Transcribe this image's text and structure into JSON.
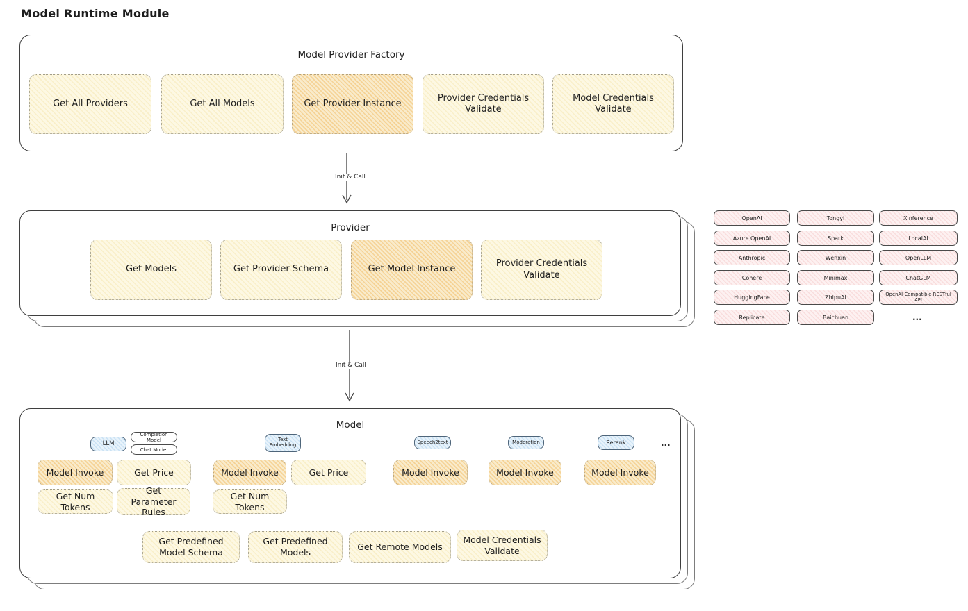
{
  "page_title": "Model Runtime Module",
  "factory": {
    "title": "Model Provider Factory",
    "items": [
      "Get All Providers",
      "Get All Models",
      "Get Provider Instance",
      "Provider Credentials Validate",
      "Model Credentials Validate"
    ]
  },
  "arrows": {
    "label1": "Init & Call",
    "label2": "Init & Call"
  },
  "provider": {
    "title": "Provider",
    "items": [
      "Get Models",
      "Get Provider Schema",
      "Get Model Instance",
      "Provider Credentials Validate"
    ]
  },
  "provider_vendors": {
    "cells": [
      "OpenAI",
      "Tongyi",
      "Xinference",
      "Azure OpenAI",
      "Spark",
      "LocalAI",
      "Anthropic",
      "Wenxin",
      "OpenLLM",
      "Cohere",
      "Minimax",
      "ChatGLM",
      "HuggingFace",
      "ZhipuAI",
      "OpenAI-Compatible RESTful API",
      "Replicate",
      "Baichuan"
    ],
    "ellipsis": "..."
  },
  "model": {
    "title": "Model",
    "type_tags": {
      "llm": "LLM",
      "completion_model": "Completion Model",
      "chat_model": "Chat Model",
      "text_embedding": "Text Embedding",
      "speech2text": "Speech2text",
      "moderation": "Moderation",
      "rerank": "Rerank",
      "ellipsis": "..."
    },
    "ops": {
      "model_invoke": "Model Invoke",
      "get_price": "Get Price",
      "get_num_tokens": "Get Num Tokens",
      "get_parameter_rules": "Get Parameter Rules",
      "get_predefined_model_schema": "Get Predefined Model Schema",
      "get_predefined_models": "Get Predefined Models",
      "get_remote_models": "Get Remote Models",
      "model_credentials_validate": "Model Credentials Validate"
    }
  },
  "colors": {
    "yellow_fill": "#fdf8e3",
    "orange_fill": "#f9ebcb",
    "pink_fill": "#fdf1f1",
    "blue_fill": "#e8f3fb",
    "outline": "#3f3f3f"
  }
}
